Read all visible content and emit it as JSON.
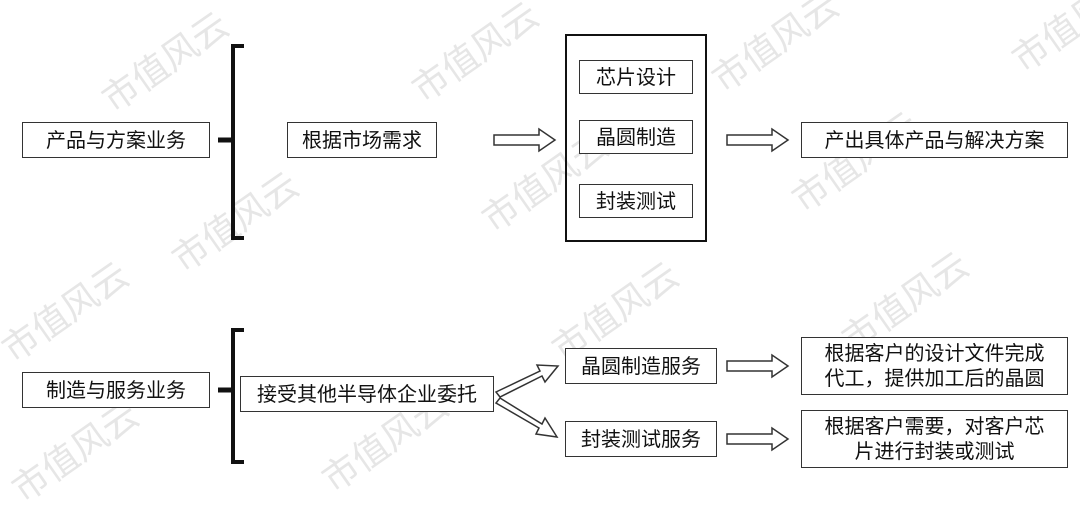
{
  "watermark": "市值风云",
  "row1": {
    "business": "产品与方案业务",
    "basis": "根据市场需求",
    "steps": [
      "芯片设计",
      "晶圆制造",
      "封装测试"
    ],
    "output": "产出具体产品与解决方案"
  },
  "row2": {
    "business": "制造与服务业务",
    "basis": "接受其他半导体企业委托",
    "services": [
      {
        "name": "晶圆制造服务",
        "result_line1": "根据客户的设计文件完成",
        "result_line2": "代工，提供加工后的晶圆"
      },
      {
        "name": "封装测试服务",
        "result_line1": "根据客户需要，对客户芯",
        "result_line2": "片进行封装或测试"
      }
    ]
  }
}
